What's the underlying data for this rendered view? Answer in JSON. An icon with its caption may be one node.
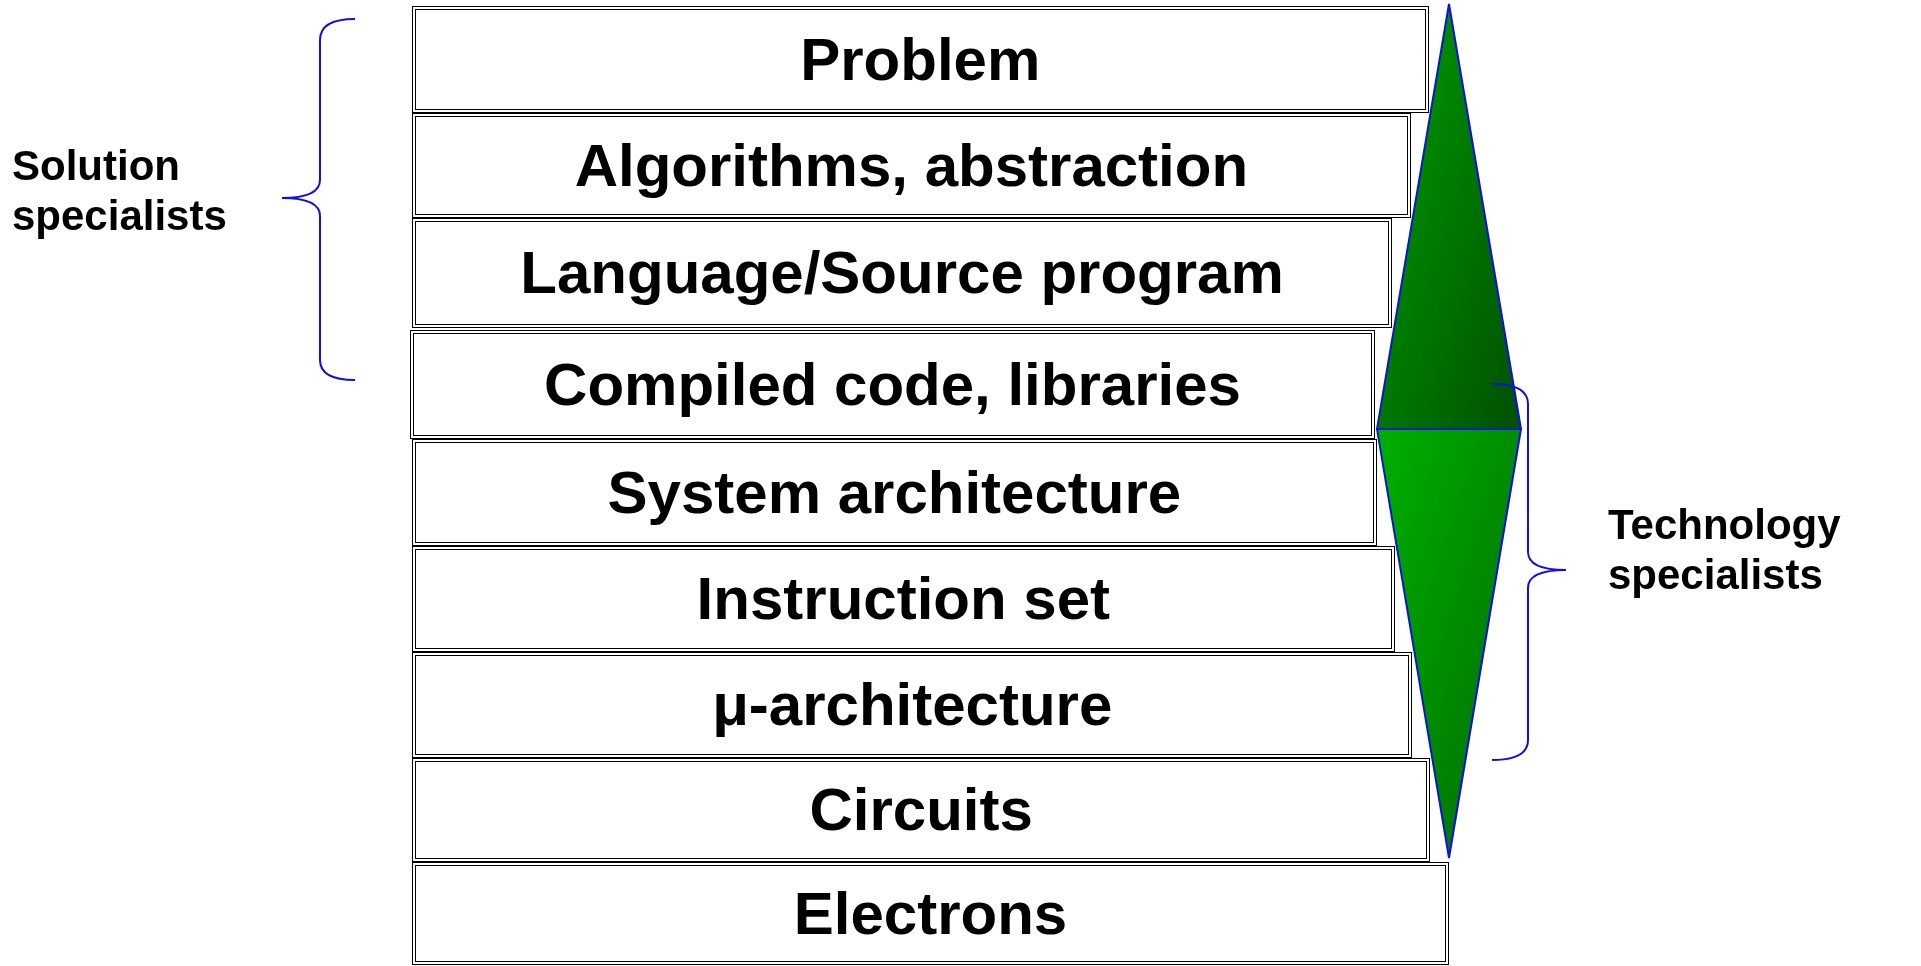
{
  "diagram": {
    "nodes": [
      {
        "text": [
          "Problem"
        ]
      },
      {
        "text": [
          "Algorithms, abstraction"
        ]
      },
      {
        "text": [
          "Language/Source program"
        ]
      },
      {
        "text": [
          "Compiled code, libraries"
        ]
      },
      {
        "text": [
          "System architecture"
        ]
      },
      {
        "text": [
          "Instruction set"
        ]
      },
      {
        "text": [
          "μ-architecture"
        ]
      },
      {
        "text": [
          "Circuits"
        ]
      },
      {
        "text": [
          "Electrons"
        ]
      }
    ],
    "labels": [
      "Solution specialists",
      "Technology specialists"
    ]
  }
}
